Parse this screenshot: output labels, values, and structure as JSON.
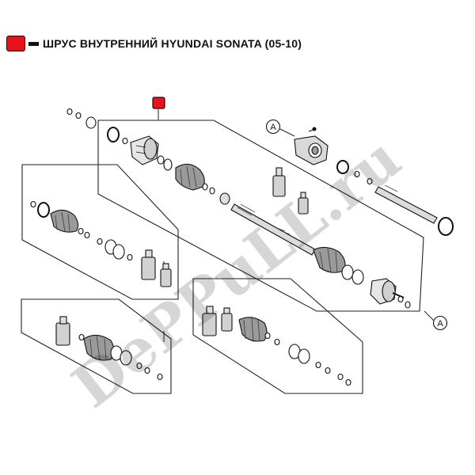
{
  "legend": {
    "text": "ШРУС ВНУТРЕННИЙ HYUNDAI SONATA (05-10)",
    "marker_color": "#e8121b"
  },
  "callouts": {
    "ref_top": "A",
    "ref_bottom": "A"
  },
  "watermark": {
    "text": "DePPuLL.ru"
  },
  "diagram": {
    "highlight_color": "#e8121b"
  }
}
